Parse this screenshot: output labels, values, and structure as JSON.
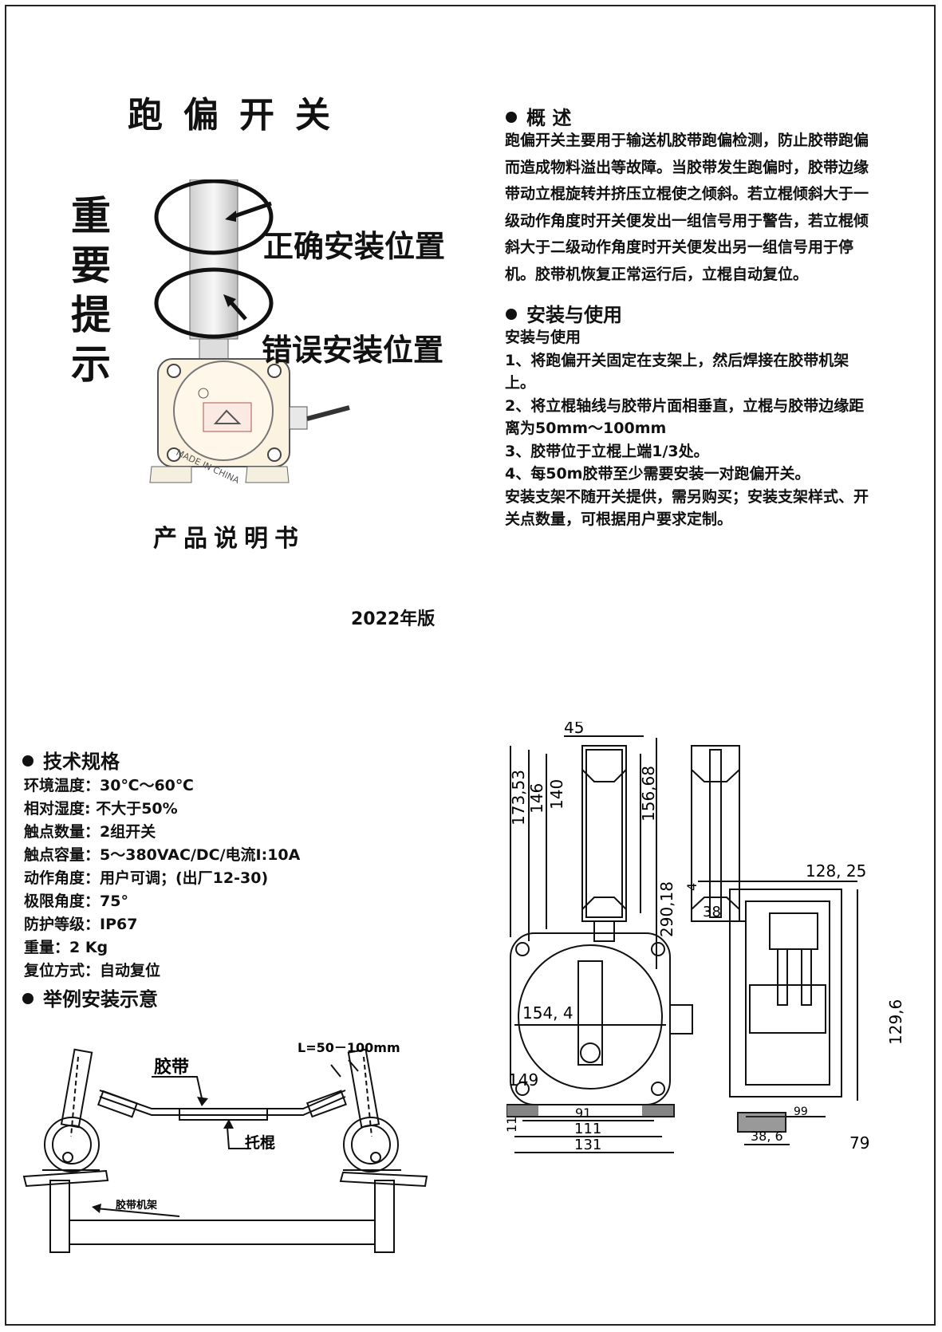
{
  "header": {
    "title": "跑偏开关",
    "vertical_notice": [
      "重",
      "要",
      "提",
      "示"
    ],
    "correct_position": "正确安装位置",
    "wrong_position": "错误安装位置",
    "product_marking": "MADE IN CHINA",
    "subtitle": "产品说明书",
    "edition": "2022年版"
  },
  "overview": {
    "heading": "概 述",
    "lines": [
      "跑偏开关主要用于输送机胶带跑偏检测，防止胶带跑偏",
      "而造成物料溢出等故障。当胶带发生跑偏时，胶带边缘",
      "带动立棍旋转并挤压立棍使之倾斜。若立棍倾斜大于一",
      "级动作角度时开关便发出一组信号用于警告，若立棍倾",
      "斜大于二级动作角度时开关便发出另一组信号用于停",
      "机。胶带机恢复正常运行后，立棍自动复位。"
    ]
  },
  "install": {
    "heading": "安装与使用",
    "subheading": "安装与使用",
    "lines": [
      "1、将跑偏开关固定在支架上，然后焊接在胶带机架",
      "上。",
      "2、将立棍轴线与胶带片面相垂直，立棍与胶带边缘距",
      "离为50mm～100mm",
      "3、胶带位于立棍上端1/3处。",
      "4、每50m胶带至少需要安装一对跑偏开关。",
      "安装支架不随开关提供，需另购买；安装支架样式、开",
      "关点数量，可根据用户要求定制。"
    ]
  },
  "specs": {
    "heading": "技术规格",
    "items": [
      "环境温度：30℃～60℃",
      "相对湿度:  不大于50%",
      "触点数量：2组开关",
      "触点容量：5～380VAC/DC/电流I:10A",
      "动作角度：用户可调；(出厂12-30)",
      "极限角度：75°",
      "防护等级：IP67",
      "重量：2 Kg",
      "复位方式：自动复位"
    ]
  },
  "example": {
    "heading": "举例安装示意",
    "belt": "胶带",
    "distance": "L=50－100mm",
    "idler": "托棍",
    "frame": "胶带机架"
  },
  "dimensions": {
    "d45": "45",
    "d173": "173,53",
    "d146": "146",
    "d140": "140",
    "d156": "156,68",
    "d290": "290,18",
    "d154": "154, 4",
    "d149": "149",
    "d11": "11",
    "d91": "91",
    "d111": "111",
    "d131": "131",
    "d4": "4",
    "d38": "38",
    "d128": "128, 25",
    "d129": "129,6",
    "d99": "99",
    "d386": "38, 6",
    "d79": "79"
  }
}
